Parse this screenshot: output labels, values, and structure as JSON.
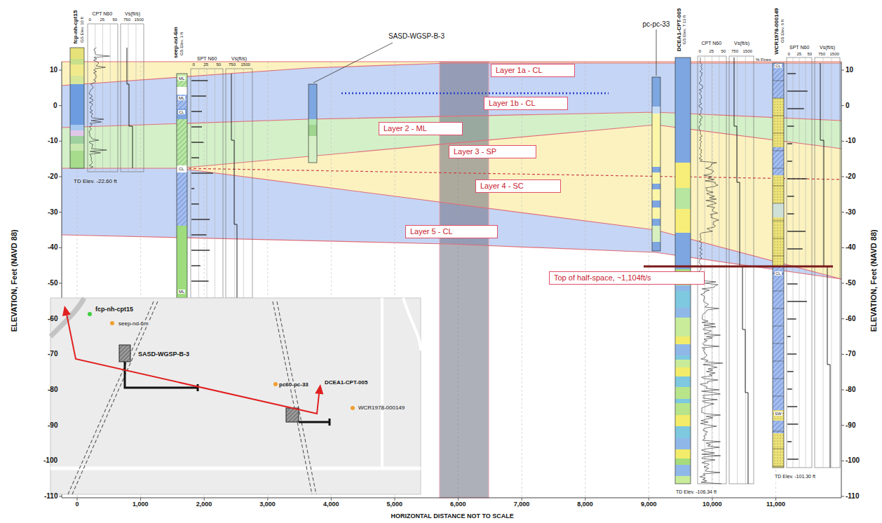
{
  "diagram": {
    "nodes": [
      {
        "text": [
          "Layer 1a - CL"
        ]
      },
      {
        "text": [
          "Layer 1b - CL"
        ]
      },
      {
        "text": [
          "Layer 2 - ML"
        ]
      },
      {
        "text": [
          "Layer 3 - SP"
        ]
      },
      {
        "text": [
          "Layer 4 - SC"
        ]
      },
      {
        "text": [
          "Layer 5 - CL"
        ]
      },
      {
        "text": [
          "Top of half-space, ~1,104ft/s"
        ]
      }
    ],
    "labels": [
      "10",
      "0",
      "-10",
      "-20",
      "-30",
      "-40",
      "-50",
      "-60",
      "-70",
      "-80",
      "-90",
      "-100",
      "-110",
      "10",
      "0",
      "-10",
      "-20",
      "-30",
      "-40",
      "-50",
      "-60",
      "-70",
      "-80",
      "-90",
      "-100",
      "-110",
      "0",
      "1,000",
      "2,000",
      "3,000",
      "4,000",
      "5,000",
      "6,000",
      "7,000",
      "8,000",
      "9,000",
      "10,000",
      "11,000",
      "ELEVATION, Feet (NAVD 88)",
      "ELEVATION, Feet (NAVD 88)",
      "HORIZONTAL DISTANCE NOT TO SCALE",
      "fcp-nh-cpt15",
      "GS Elev. 10 ft",
      "CPT N60",
      "Vs(ft/s)",
      "0",
      "25",
      "50",
      "750",
      "1500",
      "TD Elev. -22.60 ft",
      "seep-nd-6m",
      "GS Elev. 3 ft",
      "SPT N60",
      "Vs(ft/s)",
      "0",
      "25",
      "50",
      "750",
      "1500",
      "ML",
      "ML",
      "CL",
      "CL",
      "ML",
      "SASD-WGSP-B-3",
      "pc-pc-33",
      "DCEA1-CPT-005",
      "GS Elev. 7.13 ft",
      "CPT N60",
      "Vs(ft/s)",
      "0",
      "25",
      "50",
      "750",
      "1500",
      "TD Elev. -106.34 ft",
      "WCR1978-000149",
      "GS Elev. 6 ft",
      "% Fines",
      "SPT N60",
      "Vs(ft/s)",
      "0",
      "25",
      "50",
      "750",
      "1500",
      "CL",
      "CL",
      "SW",
      "TD Elev. -101.30 ft",
      "fcp-nh-cpt15",
      "seep-nd-6m",
      "SASD-WGSP-B-3",
      "pc60-pc-33",
      "DCEA1-CPT-005",
      "WCR1978-000149"
    ]
  }
}
